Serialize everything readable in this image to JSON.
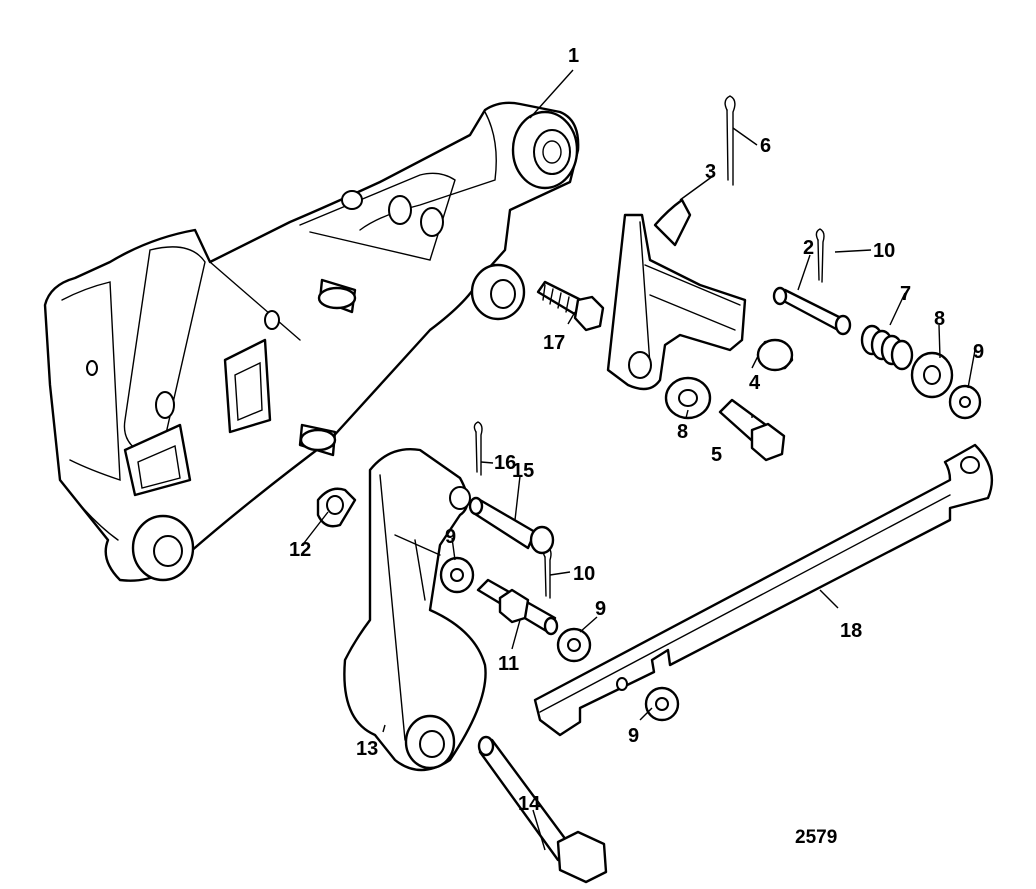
{
  "figure_number": "2579",
  "callouts": [
    "1",
    "2",
    "3",
    "4",
    "5",
    "6",
    "7",
    "8",
    "8",
    "9",
    "9",
    "9",
    "9",
    "10",
    "10",
    "11",
    "12",
    "13",
    "14",
    "15",
    "16",
    "17",
    "18"
  ]
}
